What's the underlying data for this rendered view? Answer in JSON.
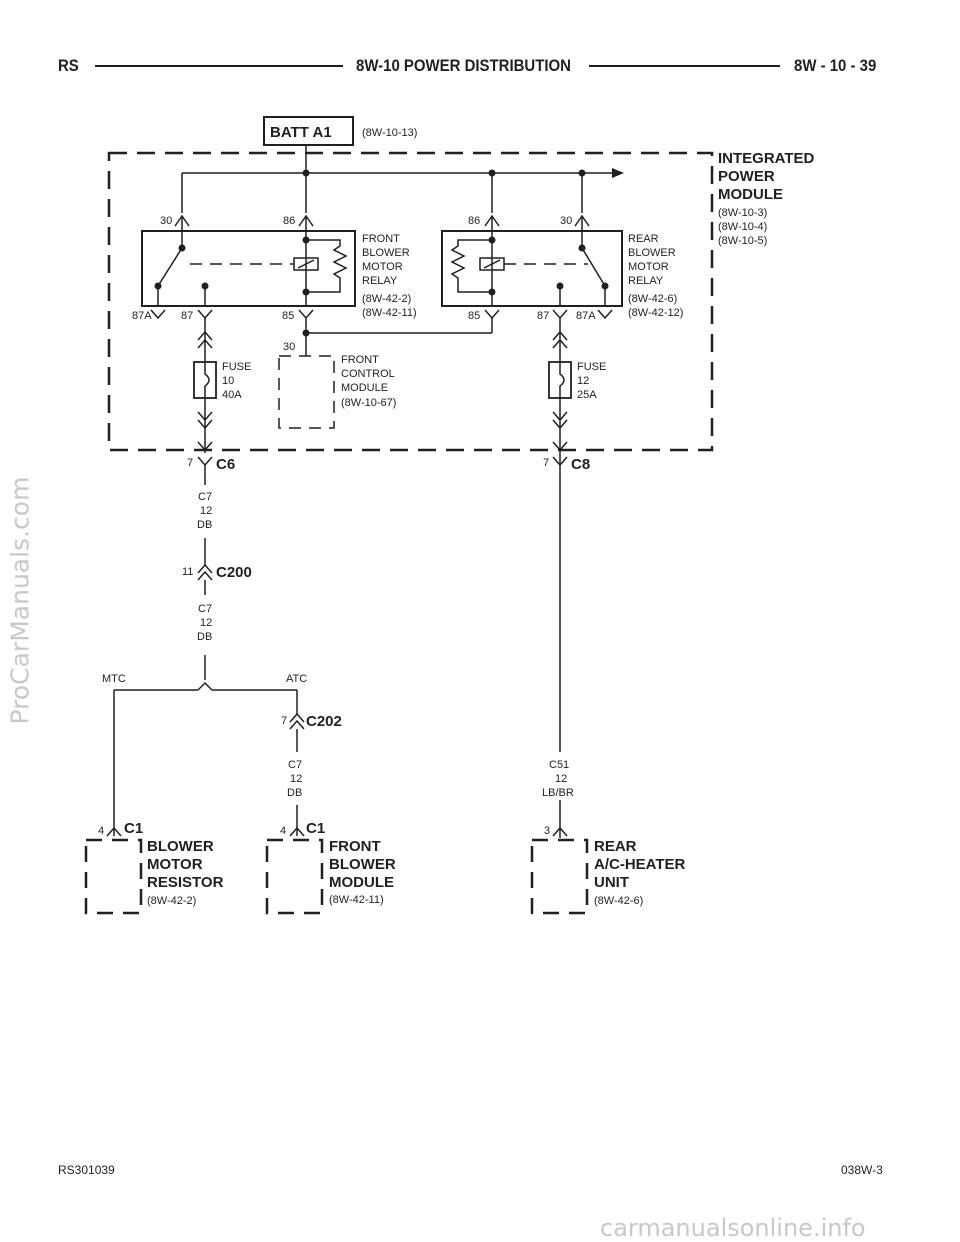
{
  "header": {
    "left": "RS",
    "title": "8W-10 POWER DISTRIBUTION",
    "right": "8W - 10 - 39"
  },
  "footer": {
    "left": "RS301039",
    "right": "038W-3"
  },
  "watermarks": {
    "side": "ProCarManuals.com",
    "bottom": "carmanualsonline.info"
  },
  "batt": {
    "label": "BATT A1",
    "ref": "(8W-10-13)"
  },
  "ipm": {
    "lines": [
      "INTEGRATED",
      "POWER",
      "MODULE"
    ],
    "refs": [
      "(8W-10-3)",
      "(8W-10-4)",
      "(8W-10-5)"
    ]
  },
  "front_relay": {
    "lines": [
      "FRONT",
      "BLOWER",
      "MOTOR",
      "RELAY"
    ],
    "refs": [
      "(8W-42-2)",
      "(8W-42-11)"
    ],
    "pins": {
      "p30": "30",
      "p86": "86",
      "p87a": "87A",
      "p87": "87",
      "p85": "85"
    }
  },
  "rear_relay": {
    "lines": [
      "REAR",
      "BLOWER",
      "MOTOR",
      "RELAY"
    ],
    "refs": [
      "(8W-42-6)",
      "(8W-42-12)"
    ],
    "pins": {
      "p86": "86",
      "p30": "30",
      "p85": "85",
      "p87": "87",
      "p87a": "87A"
    }
  },
  "fuse10": {
    "lines": [
      "FUSE",
      "10",
      "40A"
    ]
  },
  "fuse12": {
    "lines": [
      "FUSE",
      "12",
      "25A"
    ]
  },
  "fcm": {
    "pin": "30",
    "lines": [
      "FRONT",
      "CONTROL",
      "MODULE",
      "(8W-10-67)"
    ]
  },
  "c6": {
    "pin": "7",
    "name": "C6"
  },
  "c8": {
    "pin": "7",
    "name": "C8"
  },
  "wire1": [
    "C7",
    "12",
    "DB"
  ],
  "c200": {
    "pin": "11",
    "name": "C200"
  },
  "wire2": [
    "C7",
    "12",
    "DB"
  ],
  "splice": {
    "left": "MTC",
    "right": "ATC"
  },
  "c202": {
    "pin": "7",
    "name": "C202"
  },
  "wire3": [
    "C7",
    "12",
    "DB"
  ],
  "wire4": [
    "C51",
    "12",
    "LB/BR"
  ],
  "bmr": {
    "pin": "4",
    "conn": "C1",
    "lines": [
      "BLOWER",
      "MOTOR",
      "RESISTOR"
    ],
    "ref": "(8W-42-2)"
  },
  "fbm": {
    "pin": "4",
    "conn": "C1",
    "lines": [
      "FRONT",
      "BLOWER",
      "MODULE"
    ],
    "ref": "(8W-42-11)"
  },
  "rach": {
    "pin": "3",
    "lines": [
      "REAR",
      "A/C-HEATER",
      "UNIT"
    ],
    "ref": "(8W-42-6)"
  }
}
